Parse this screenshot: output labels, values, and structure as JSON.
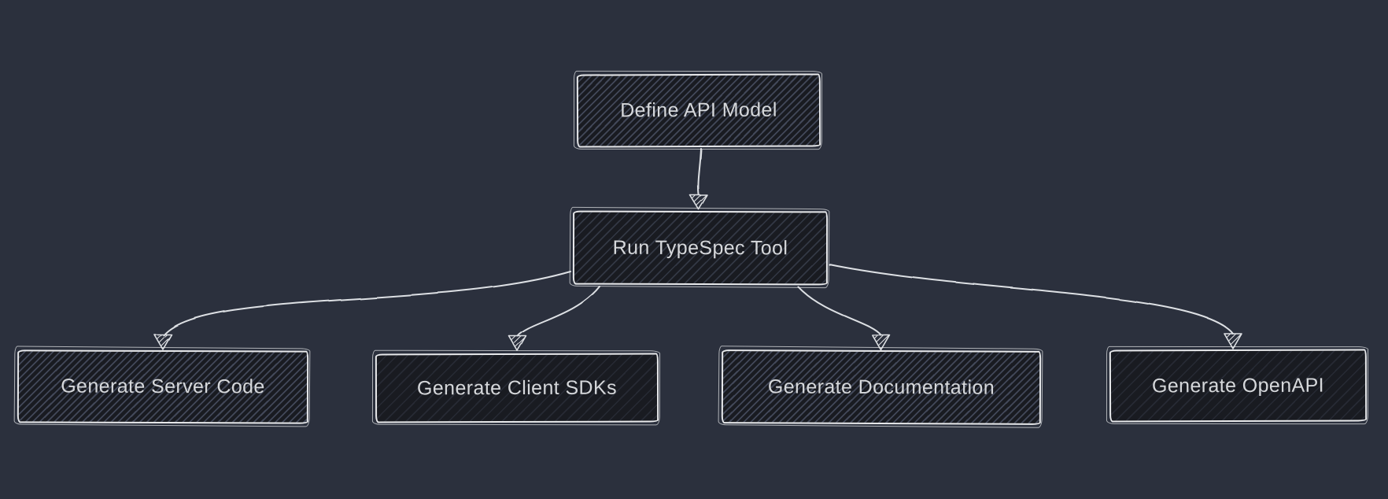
{
  "diagram": {
    "type": "flowchart",
    "direction": "top-down",
    "style": {
      "background_color": "#2b303d",
      "node_fill_color": "#191b21",
      "node_hachure_color": "#6e7a96",
      "node_border_color": "#e8e9eb",
      "node_text_color": "#d6d8db",
      "edge_color": "#dde0e4",
      "sketch_style": "hand-drawn"
    },
    "nodes": [
      {
        "id": "define-api-model",
        "label": "Define API Model"
      },
      {
        "id": "run-typespec-tool",
        "label": "Run TypeSpec Tool"
      },
      {
        "id": "generate-server-code",
        "label": "Generate Server Code"
      },
      {
        "id": "generate-client-sdks",
        "label": "Generate Client SDKs"
      },
      {
        "id": "generate-documentation",
        "label": "Generate Documentation"
      },
      {
        "id": "generate-openapi",
        "label": "Generate OpenAPI"
      }
    ],
    "edges": [
      {
        "from": "Define API Model",
        "to": "Run TypeSpec Tool"
      },
      {
        "from": "Run TypeSpec Tool",
        "to": "Generate Server Code"
      },
      {
        "from": "Run TypeSpec Tool",
        "to": "Generate Client SDKs"
      },
      {
        "from": "Run TypeSpec Tool",
        "to": "Generate Documentation"
      },
      {
        "from": "Run TypeSpec Tool",
        "to": "Generate OpenAPI"
      }
    ]
  }
}
